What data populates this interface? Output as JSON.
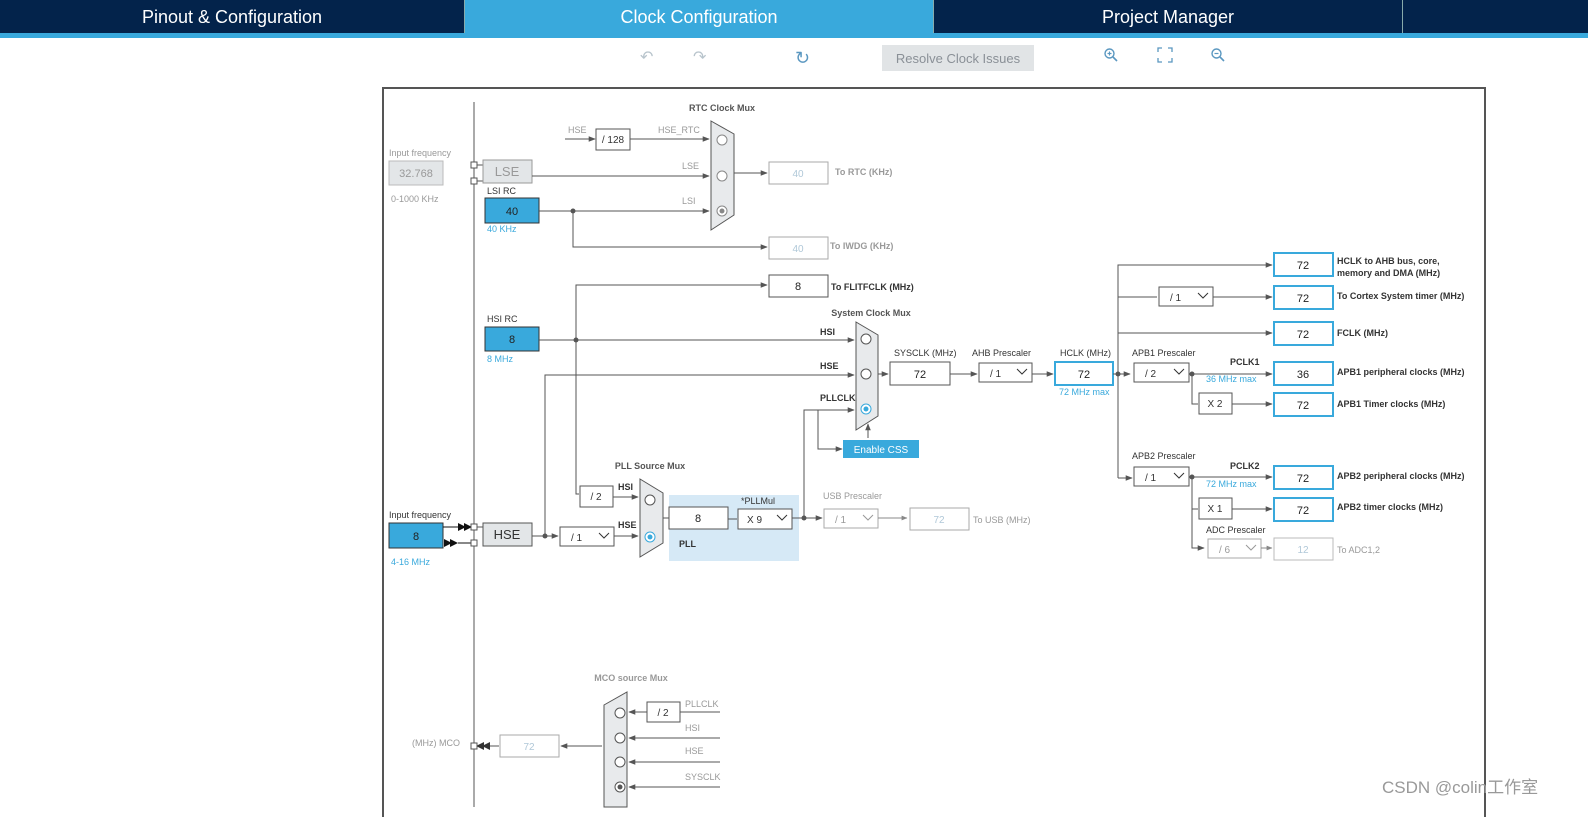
{
  "tabs": [
    {
      "label": "Pinout & Configuration"
    },
    {
      "label": "Clock Configuration"
    },
    {
      "label": "Project Manager"
    }
  ],
  "toolbar": {
    "undo_icon": "undo-icon",
    "redo_icon": "redo-icon",
    "refresh_icon": "refresh-icon",
    "resolve_label": "Resolve Clock Issues",
    "zoom_in_icon": "zoom-in-icon",
    "fit_icon": "fit-screen-icon",
    "zoom_out_icon": "zoom-out-icon"
  },
  "colors": {
    "nav_bg": "#03234b",
    "accent": "#39a9dc",
    "line": "#555555"
  },
  "diagram": {
    "lse": {
      "input_freq_label": "Input frequency",
      "input_freq": "32.768",
      "range": "0-1000 KHz",
      "label": "LSE"
    },
    "lsi": {
      "title": "LSI RC",
      "value": "40",
      "unit": "40 KHz"
    },
    "rtc_mux": {
      "title": "RTC Clock Mux",
      "hse_in": "HSE",
      "div": "/ 128",
      "hse_rtc": "HSE_RTC",
      "lse": "LSE",
      "lsi": "LSI"
    },
    "to_rtc": {
      "value": "40",
      "label": "To RTC (KHz)"
    },
    "to_iwdg": {
      "value": "40",
      "label": "To IWDG (KHz)"
    },
    "flitf": {
      "value": "8",
      "label": "To FLITFCLK (MHz)"
    },
    "hsi": {
      "title": "HSI RC",
      "value": "8",
      "unit": "8 MHz"
    },
    "sys_mux": {
      "title": "System Clock Mux",
      "hsi": "HSI",
      "hse": "HSE",
      "pllclk": "PLLCLK"
    },
    "enable_css": "Enable CSS",
    "sysclk": {
      "label": "SYSCLK (MHz)",
      "value": "72"
    },
    "ahb": {
      "label": "AHB Prescaler",
      "value": "/ 1"
    },
    "hclk": {
      "label": "HCLK (MHz)",
      "value": "72",
      "max": "72 MHz max"
    },
    "apb1": {
      "label": "APB1 Prescaler",
      "value": "/ 2",
      "pclk": "PCLK1",
      "max": "36 MHz max",
      "x": "X 2"
    },
    "apb2": {
      "label": "APB2 Prescaler",
      "value": "/ 1",
      "pclk": "PCLK2",
      "max": "72 MHz max",
      "x": "X 1"
    },
    "adc": {
      "label": "ADC Prescaler",
      "value": "/ 6",
      "out": "12",
      "out_label": "To ADC1,2"
    },
    "cortex_div": "/ 1",
    "outputs": [
      {
        "value": "72",
        "label": "HCLK to AHB bus, core,",
        "label2": "memory and DMA (MHz)"
      },
      {
        "value": "72",
        "label": "To Cortex System timer (MHz)"
      },
      {
        "value": "72",
        "label": "FCLK (MHz)"
      },
      {
        "value": "36",
        "label": "APB1 peripheral clocks (MHz)"
      },
      {
        "value": "72",
        "label": "APB1 Timer clocks (MHz)"
      },
      {
        "value": "72",
        "label": "APB2 peripheral clocks (MHz)"
      },
      {
        "value": "72",
        "label": "APB2 timer clocks (MHz)"
      }
    ],
    "hse": {
      "input_freq_label": "Input frequency",
      "value": "8",
      "range": "4-16 MHz",
      "label": "HSE",
      "div": "/ 1"
    },
    "pll_mux": {
      "title": "PLL Source Mux",
      "div": "/ 2",
      "hsi": "HSI",
      "hse": "HSE"
    },
    "pll": {
      "value": "8",
      "mul_label": "*PLLMul",
      "mul": "X 9",
      "label": "PLL"
    },
    "usb": {
      "label": "USB Prescaler",
      "value": "/ 1",
      "out": "72",
      "out_label": "To USB (MHz)"
    },
    "mco": {
      "title": "MCO source Mux",
      "label": "(MHz) MCO",
      "value": "72",
      "div": "/ 2",
      "pllclk": "PLLCLK",
      "hsi": "HSI",
      "hse": "HSE",
      "sysclk": "SYSCLK"
    }
  },
  "watermark": "CSDN @colin工作室"
}
